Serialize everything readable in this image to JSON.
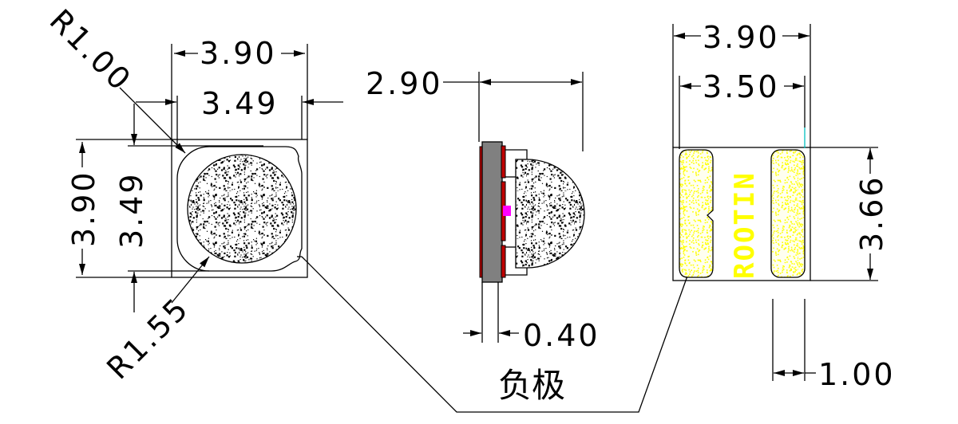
{
  "colors": {
    "line": "#000000",
    "body": "#808080",
    "pad_red": "#c00000",
    "marker": "#ff00ff",
    "pad_yellow": "#ffff00",
    "guide": "#00c0c0"
  },
  "top_view": {
    "width": "3.90",
    "inner_width": "3.49",
    "height": "3.90",
    "inner_height": "3.49",
    "corner_radius": "R1.00",
    "lens_radius": "R1.55"
  },
  "side_view": {
    "depth": "2.90",
    "base_thickness": "0.40"
  },
  "bottom_view": {
    "width": "3.90",
    "pad_span": "3.50",
    "height": "3.66",
    "pad_gap": "1.00",
    "logo": "ROOTIN"
  },
  "annotation": {
    "cathode_label": "负极"
  }
}
